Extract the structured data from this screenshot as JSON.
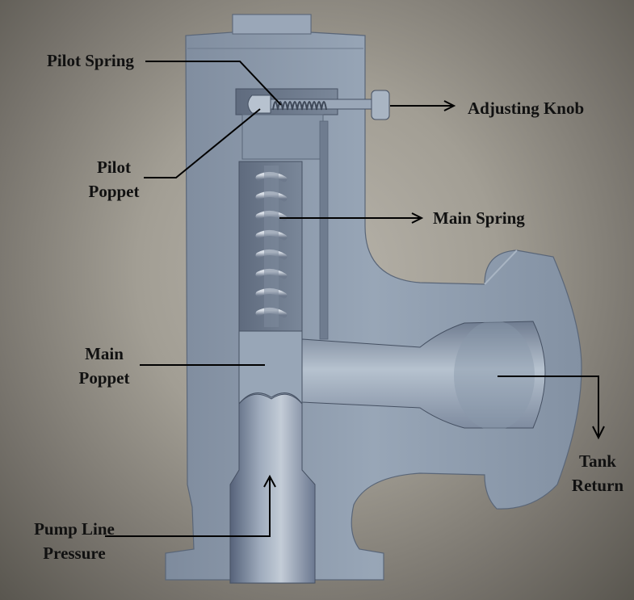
{
  "diagram": {
    "labels": {
      "pilot_spring": "Pilot Spring",
      "adjusting_knob": "Adjusting Knob",
      "pilot_poppet_line1": "Pilot",
      "pilot_poppet_line2": "Poppet",
      "main_spring": "Main Spring",
      "main_poppet_line1": "Main",
      "main_poppet_line2": "Poppet",
      "tank_return_line1": "Tank",
      "tank_return_line2": "Return",
      "pump_line_pressure_line1": "Pump Line",
      "pump_line_pressure_line2": "Pressure"
    },
    "colors": {
      "metal_base": "#8e9cae",
      "metal_light": "#aebbc9",
      "metal_dark": "#5a6678",
      "background": "#a29e94",
      "leader_line": "#000000"
    }
  }
}
